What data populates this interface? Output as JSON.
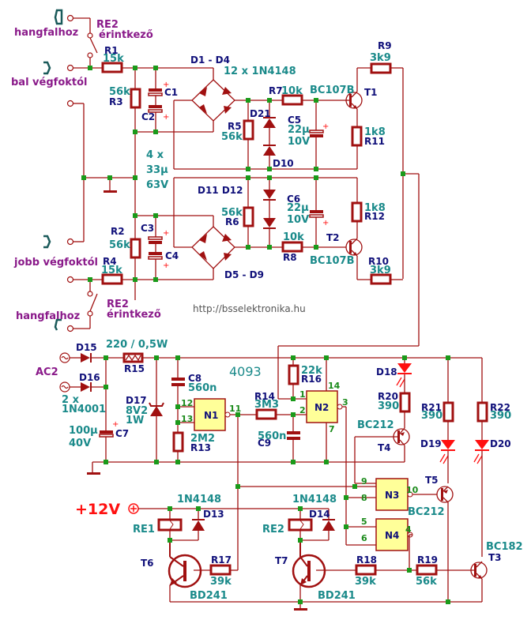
{
  "title": "Speaker protection circuit schematic",
  "watermark": "http://bsselektronika.hu",
  "ic_label": "4093",
  "supply_label": "+12V",
  "labels": {
    "speaker_top": "hangfalhoz",
    "speaker_bottom": "hangfalhoz",
    "left_in": "bal végfoktól",
    "right_in": "jobb végfoktól",
    "relay_contact_top_1": "RE2",
    "relay_contact_top_2": "érintkező",
    "relay_contact_bottom_1": "RE2",
    "relay_contact_bottom_2": "érintkező",
    "ac_in": "AC2"
  },
  "components": {
    "R1": {
      "name": "R1",
      "value": "15k"
    },
    "R2": {
      "name": "R2",
      "value": "56k"
    },
    "R3": {
      "name": "R3",
      "value": "56k"
    },
    "R4": {
      "name": "R4",
      "value": "15k"
    },
    "R5": {
      "name": "R5",
      "value": "56k"
    },
    "R6": {
      "name": "R6",
      "value": "56k"
    },
    "R7": {
      "name": "R7",
      "value": "10k"
    },
    "R8": {
      "name": "R8",
      "value": "10k"
    },
    "R9": {
      "name": "R9",
      "value": "3k9"
    },
    "R10": {
      "name": "R10",
      "value": "3k9"
    },
    "R11": {
      "name": "R11",
      "value": "1k8"
    },
    "R12": {
      "name": "R12",
      "value": "1k8"
    },
    "R13": {
      "name": "R13",
      "value": "2M2"
    },
    "R14": {
      "name": "R14",
      "value": "3M3"
    },
    "R15": {
      "name": "R15",
      "value": "220 / 0,5W"
    },
    "R16": {
      "name": "R16",
      "value": "22k"
    },
    "R17": {
      "name": "R17",
      "value": "39k"
    },
    "R18": {
      "name": "R18",
      "value": "39k"
    },
    "R19": {
      "name": "R19",
      "value": "56k"
    },
    "R20": {
      "name": "R20",
      "value": "390"
    },
    "R21": {
      "name": "R21",
      "value": "390"
    },
    "R22": {
      "name": "R22",
      "value": "390"
    },
    "C1": {
      "name": "C1"
    },
    "C2": {
      "name": "C2"
    },
    "C3": {
      "name": "C3"
    },
    "C4": {
      "name": "C4"
    },
    "C1_4_value": {
      "count": "4 x",
      "value": "33µ",
      "voltage": "63V"
    },
    "C5": {
      "name": "C5",
      "value": "22µ",
      "voltage": "10V"
    },
    "C6": {
      "name": "C6",
      "value": "22µ",
      "voltage": "10V"
    },
    "C7": {
      "name": "C7",
      "value": "100µ",
      "voltage": "40V"
    },
    "C8": {
      "name": "C8",
      "value": "560n"
    },
    "C9": {
      "name": "C9",
      "value": "560n"
    },
    "D1_D4": {
      "name": "D1 - D4",
      "value": "12 x 1N4148"
    },
    "D5_D9": {
      "name": "D5 - D9"
    },
    "D10": {
      "name": "D10"
    },
    "D21": {
      "name": "D21"
    },
    "D11_D12": {
      "name": "D11 D12"
    },
    "D13": {
      "name": "D13",
      "value": "1N4148"
    },
    "D14": {
      "name": "D14",
      "value": "1N4148"
    },
    "D15": {
      "name": "D15"
    },
    "D16": {
      "name": "D16",
      "value_1": "2 x",
      "value_2": "1N4001"
    },
    "D17": {
      "name": "D17",
      "value_1": "8V2",
      "value_2": "1W"
    },
    "D18": {
      "name": "D18"
    },
    "D19": {
      "name": "D19"
    },
    "D20": {
      "name": "D20"
    },
    "T1": {
      "name": "T1",
      "value": "BC107B"
    },
    "T2": {
      "name": "T2",
      "value": "BC107B"
    },
    "T3": {
      "name": "T3",
      "value": "BC182"
    },
    "T4": {
      "name": "T4",
      "value": "BC212"
    },
    "T5": {
      "name": "T5",
      "value": "BC212"
    },
    "T6": {
      "name": "T6",
      "value": "BD241"
    },
    "T7": {
      "name": "T7",
      "value": "BD241"
    },
    "RE1": {
      "name": "RE1"
    },
    "RE2": {
      "name": "RE2"
    }
  },
  "gates": {
    "N1": {
      "name": "N1",
      "pins": [
        "12",
        "13",
        "11"
      ]
    },
    "N2": {
      "name": "N2",
      "pins": [
        "1",
        "2",
        "3",
        "14",
        "7"
      ]
    },
    "N3": {
      "name": "N3",
      "pins": [
        "9",
        "8",
        "10"
      ]
    },
    "N4": {
      "name": "N4",
      "pins": [
        "5",
        "6",
        "4"
      ]
    }
  }
}
